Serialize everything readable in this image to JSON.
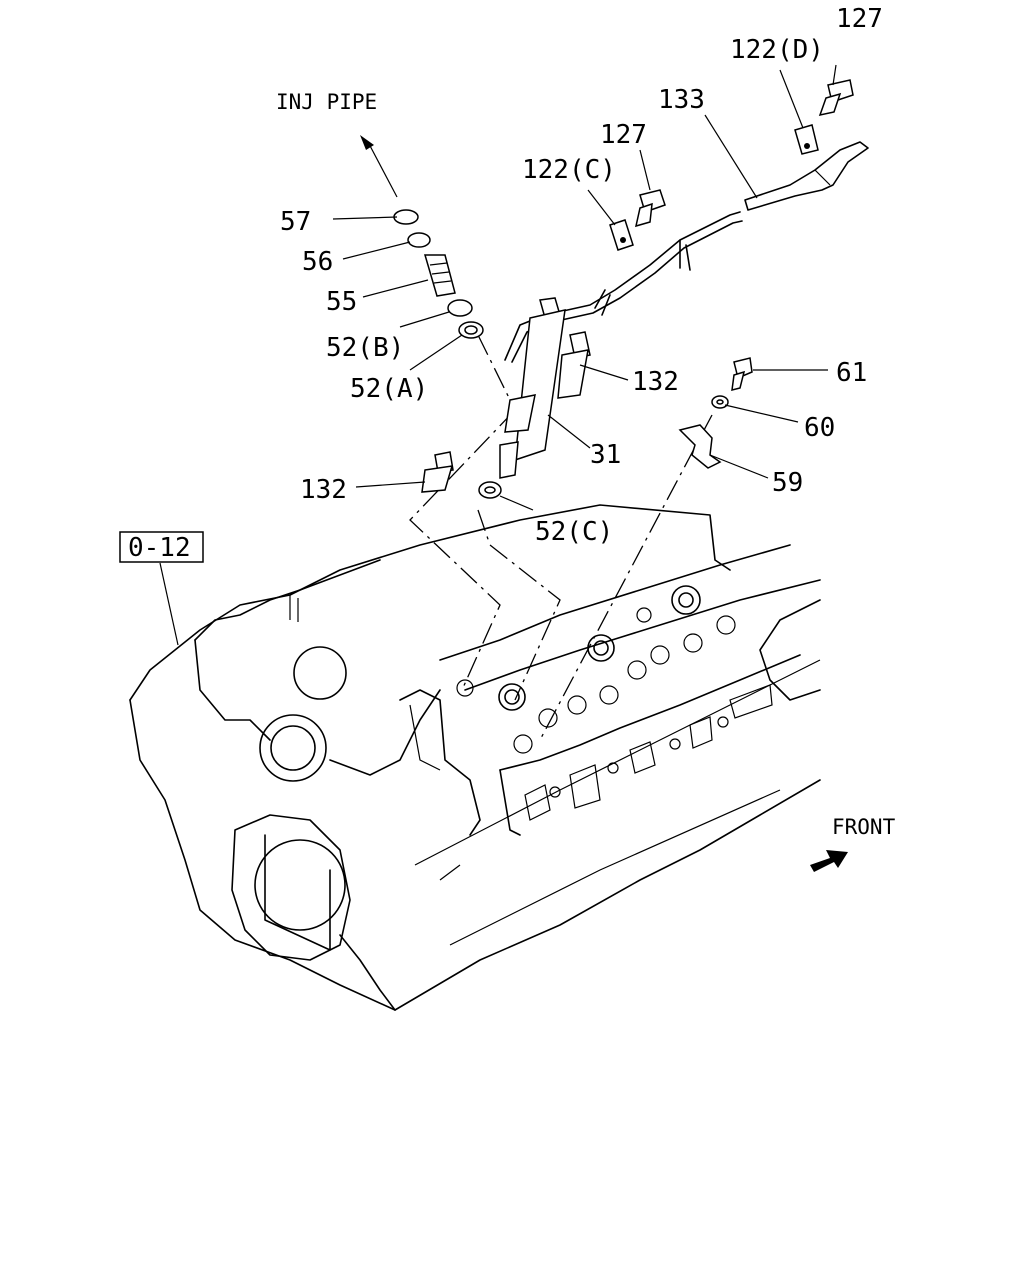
{
  "labels": {
    "inj_pipe": "INJ PIPE",
    "front": "FRONT",
    "ref_box": "0-12",
    "p127_top": "127",
    "p122d": "122(D)",
    "p133": "133",
    "p127_mid": "127",
    "p122c": "122(C)",
    "p57": "57",
    "p56": "56",
    "p55": "55",
    "p52b": "52(B)",
    "p52a": "52(A)",
    "p132_right": "132",
    "p61": "61",
    "p60": "60",
    "p31": "31",
    "p59": "59",
    "p132_left": "132",
    "p52c": "52(C)"
  },
  "icons": {
    "direction_arrow": "front-arrow-icon",
    "pipe_arrow": "up-left-arrow-icon"
  }
}
